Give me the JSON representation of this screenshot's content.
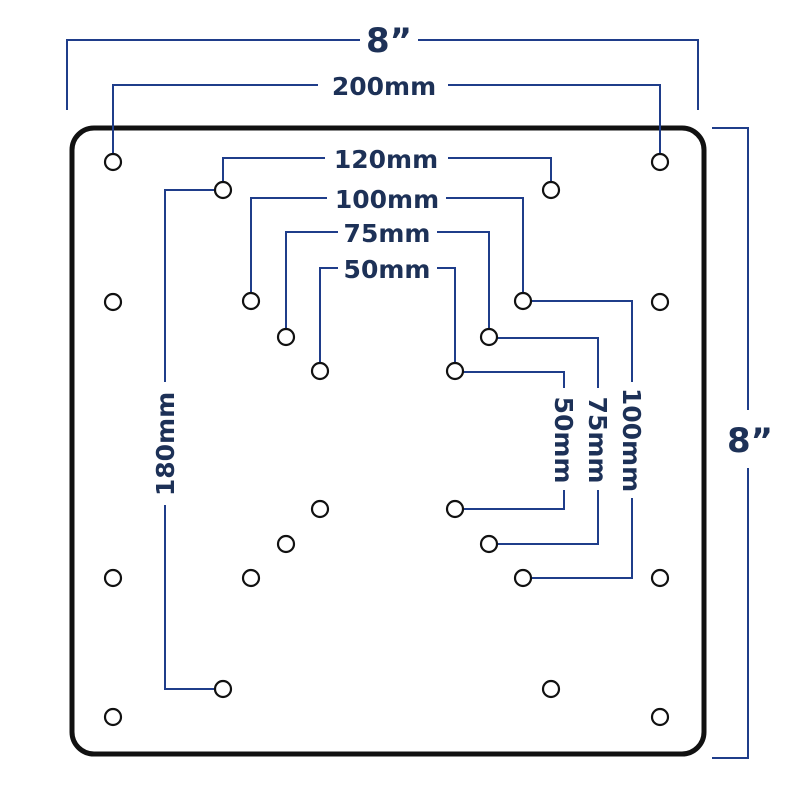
{
  "labels": {
    "overall_width": "8”",
    "overall_height": "8”",
    "h200": "200mm",
    "h120": "120mm",
    "h100": "100mm",
    "h75": "75mm",
    "h50": "50mm",
    "v180": "180mm",
    "v100": "100mm",
    "v75": "75mm",
    "v50": "50mm"
  },
  "colors": {
    "dimension_line": "#1f3d8a",
    "dimension_text": "#1d3157",
    "plate_outline": "#111111"
  }
}
